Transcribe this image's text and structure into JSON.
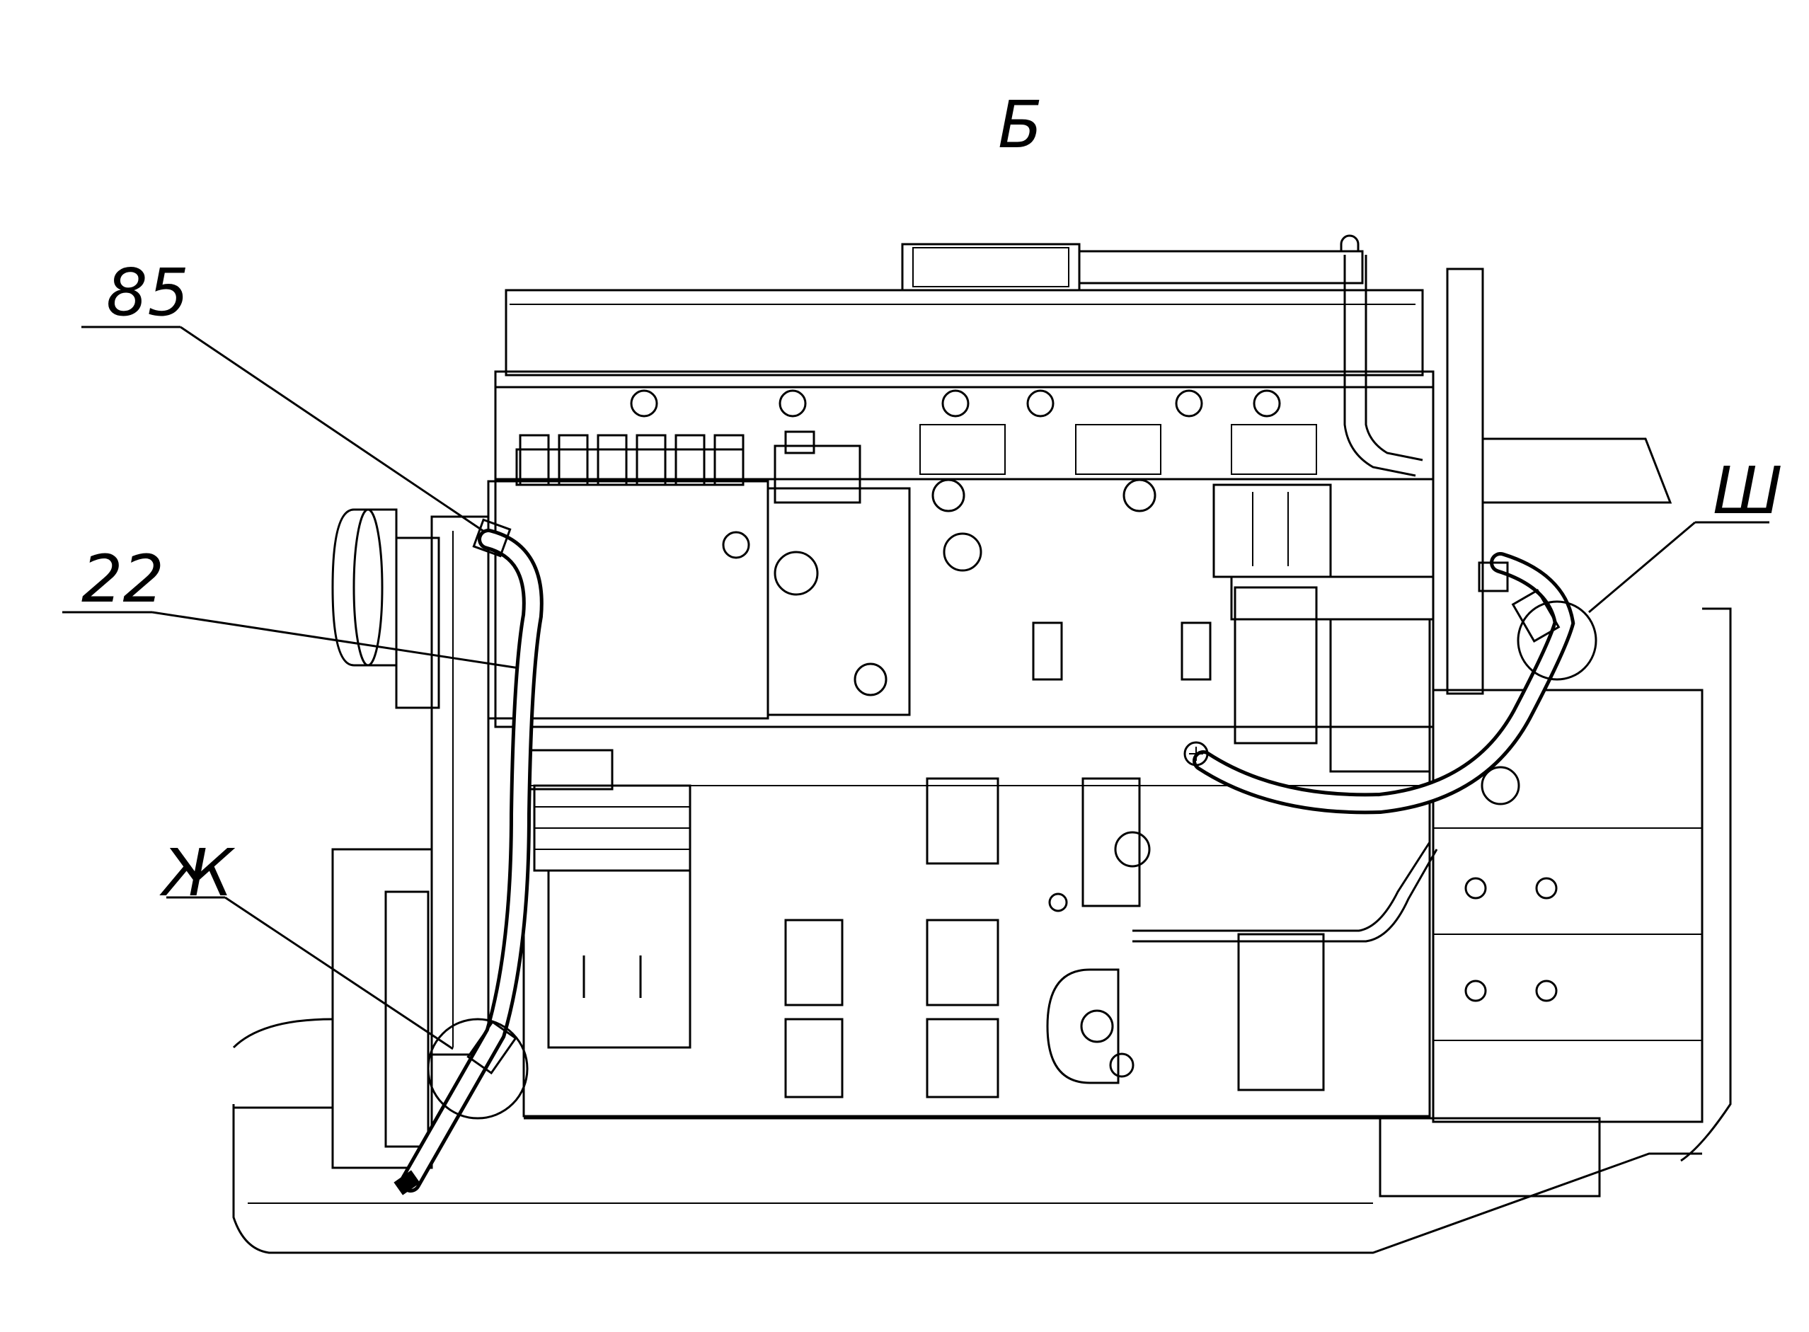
{
  "view_label": "Б",
  "callouts": [
    {
      "id": "85",
      "text": "85"
    },
    {
      "id": "22",
      "text": "22"
    },
    {
      "id": "zh",
      "text": "Ж"
    },
    {
      "id": "sh",
      "text": "Ш"
    }
  ],
  "colors": {
    "line": "#000000",
    "background": "#ffffff"
  }
}
